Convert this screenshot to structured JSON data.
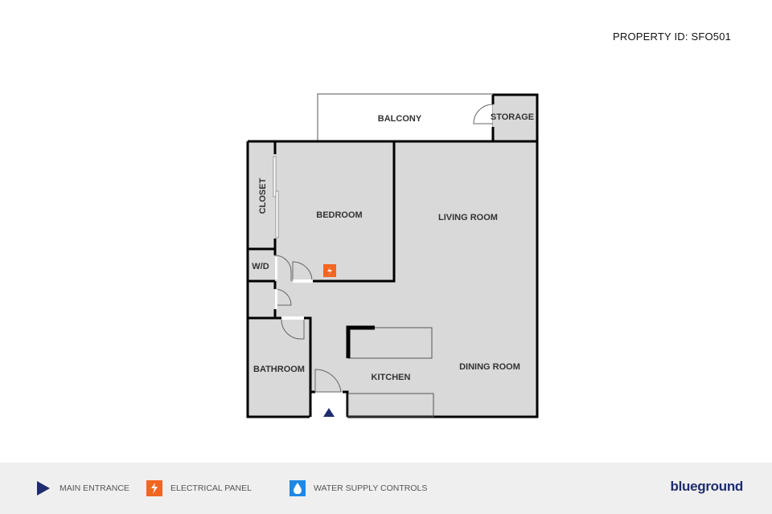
{
  "property_id": "PROPERTY ID: SFO501",
  "rooms": {
    "balcony": "BALCONY",
    "storage": "STORAGE",
    "closet": "CLOSET",
    "bedroom": "BEDROOM",
    "living_room": "LIVING ROOM",
    "wd": "W/D",
    "bathroom": "BATHROOM",
    "kitchen": "KITCHEN",
    "dining_room": "DINING ROOM"
  },
  "legend": [
    {
      "icon": "triangle-play-icon",
      "label": "MAIN ENTRANCE",
      "color": "#1f2d6e"
    },
    {
      "icon": "lightning-icon",
      "label": "ELECTRICAL PANEL",
      "color": "#f26522"
    },
    {
      "icon": "water-drop-icon",
      "label": "WATER SUPPLY CONTROLS",
      "color": "#1e88e5"
    }
  ],
  "brand": "blueground",
  "colors": {
    "room_fill": "#d9d9d9",
    "wall": "#000000",
    "brand": "#1f2d6e",
    "electrical": "#f26522",
    "water": "#1e88e5",
    "footer_bg": "#efefef"
  }
}
